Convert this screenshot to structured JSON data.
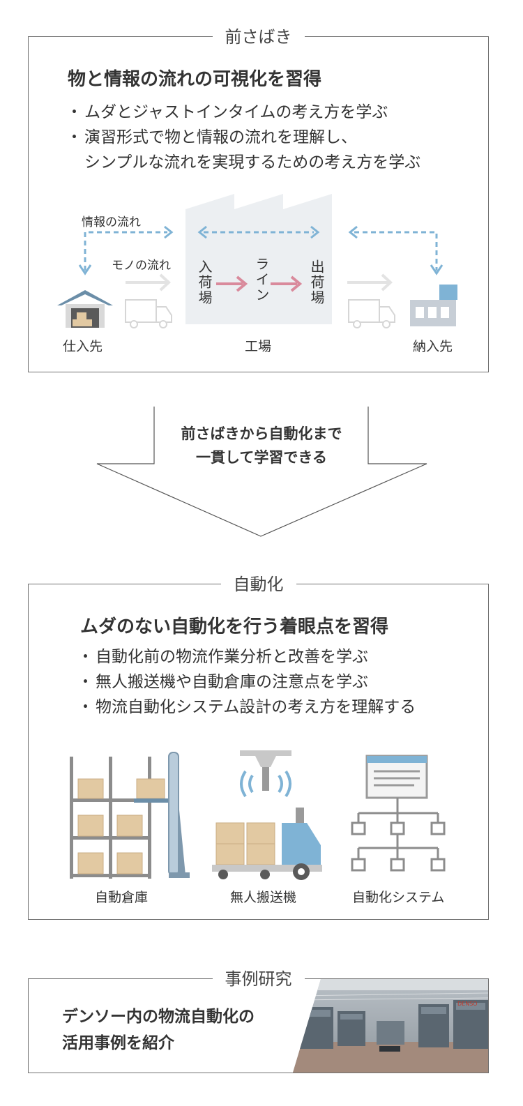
{
  "section1": {
    "title": "前さばき",
    "heading": "物と情報の流れの可視化を習得",
    "bullets": [
      "ムダとジャストインタイムの考え方を学ぶ",
      "演習形式で物と情報の流れを理解し、",
      "シンプルな流れを実現するための考え方を学ぶ"
    ],
    "diagram": {
      "info_flow_label": "情報の流れ",
      "goods_flow_label": "モノの流れ",
      "receiving": "入荷場",
      "line": "ライン",
      "shipping": "出荷場",
      "supplier": "仕入先",
      "factory": "工場",
      "customer": "納入先"
    }
  },
  "transition": {
    "line1": "前さばきから自動化まで",
    "line2": "一貫して学習できる"
  },
  "section2": {
    "title": "自動化",
    "heading": "ムダのない自動化を行う着眼点を習得",
    "bullets": [
      "自動化前の物流作業分析と改善を学ぶ",
      "無人搬送機や自動倉庫の注意点を学ぶ",
      "物流自動化システム設計の考え方を理解する"
    ],
    "captions": {
      "warehouse": "自動倉庫",
      "agv": "無人搬送機",
      "system": "自動化システム"
    }
  },
  "section3": {
    "title": "事例研究",
    "text_line1": "デンソー内の物流自動化の",
    "text_line2": "活用事例を紹介",
    "photo_sign": "DENSO"
  },
  "colors": {
    "accent_blue": "#7fb3d5",
    "pink_arrow": "#d98a9c",
    "grey_light": "#e3e3e3",
    "factory_fill": "#eceff2",
    "box_tan": "#e2c9a2"
  }
}
